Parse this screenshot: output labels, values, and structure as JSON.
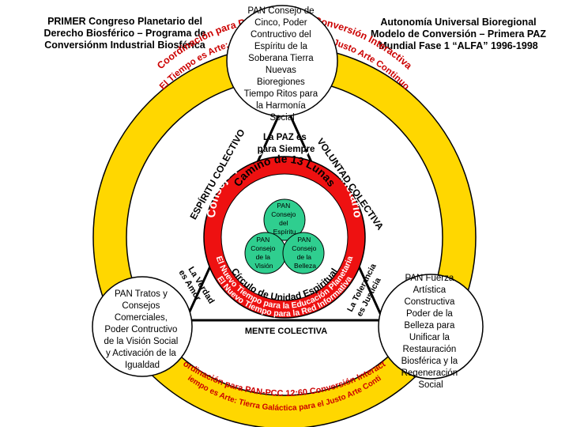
{
  "headers": {
    "left": [
      "PRIMER Congreso Planetario del",
      "Derecho Biosférico – Programa de",
      "Conversiónm Industrial Biosférica"
    ],
    "right": [
      "Autonomía Universal Bioregional",
      "Modelo de Conversión – Primera PAZ",
      "Mundial Fase 1 “ALFA” 1996-1998"
    ]
  },
  "councils": {
    "top": [
      "PAN Consejo de",
      "Cinco, Poder",
      "Contructivo del",
      "Espíritu de la",
      "Soberana Tierra",
      "Nuevas",
      "Bioregiones",
      "Tiempo Ritos para",
      "la Harmonía",
      "Social"
    ],
    "left": [
      "PAN Tratos  y",
      "Consejos",
      "Comerciales,",
      "Poder Contructivo",
      "de la Visión Social",
      "y Activación de la",
      "Igualdad"
    ],
    "right": [
      "PAN Fuerza",
      "Artística",
      "Constructiva",
      "Poder de la",
      "Belleza para",
      "Unificar la",
      "Restauración",
      "Biosférica y la",
      "Regeneración",
      "Social"
    ]
  },
  "ring": {
    "line1": "Coordinación para PAN-PCC 12:60 Conversión Interactiva",
    "line2": "El Tiempo es Arte: Tierra Galáctica para el Justo Arte Continuo",
    "color": "#ffd700"
  },
  "triangle": {
    "left_side": "ESPÍRITU COLECTIVO",
    "right_side": "VOLUNTAD COLECTIVA",
    "bottom_side": "MENTE COLECTIVA",
    "top_inner": [
      "La PAZ es",
      "para Siempre"
    ],
    "left_inner": [
      "La Verdad",
      "es Amor"
    ],
    "right_inner": [
      "La Tolerancia",
      "es Justicia"
    ]
  },
  "red_circle": {
    "top_line1": "Consejo para el Calendario Planetario",
    "top_line2": "Camino de 13 Lunas",
    "bottom_line1": "Círculo de Unidad Espiritual",
    "bottom_line2": "El Nuevo Tiempo para la Educación Planetaria",
    "bottom_line3": "El Nuevo Tiempo para la Red Informativa",
    "color": "#ee1111"
  },
  "inner_councils": {
    "top": [
      "PAN",
      "Consejo",
      "del",
      "Espíritu"
    ],
    "left": [
      "PAN",
      "Consejo",
      "de la",
      "Visión"
    ],
    "right": [
      "PAN",
      "Consejo",
      "de la",
      "Belleza"
    ],
    "color": "#2fce8f"
  }
}
